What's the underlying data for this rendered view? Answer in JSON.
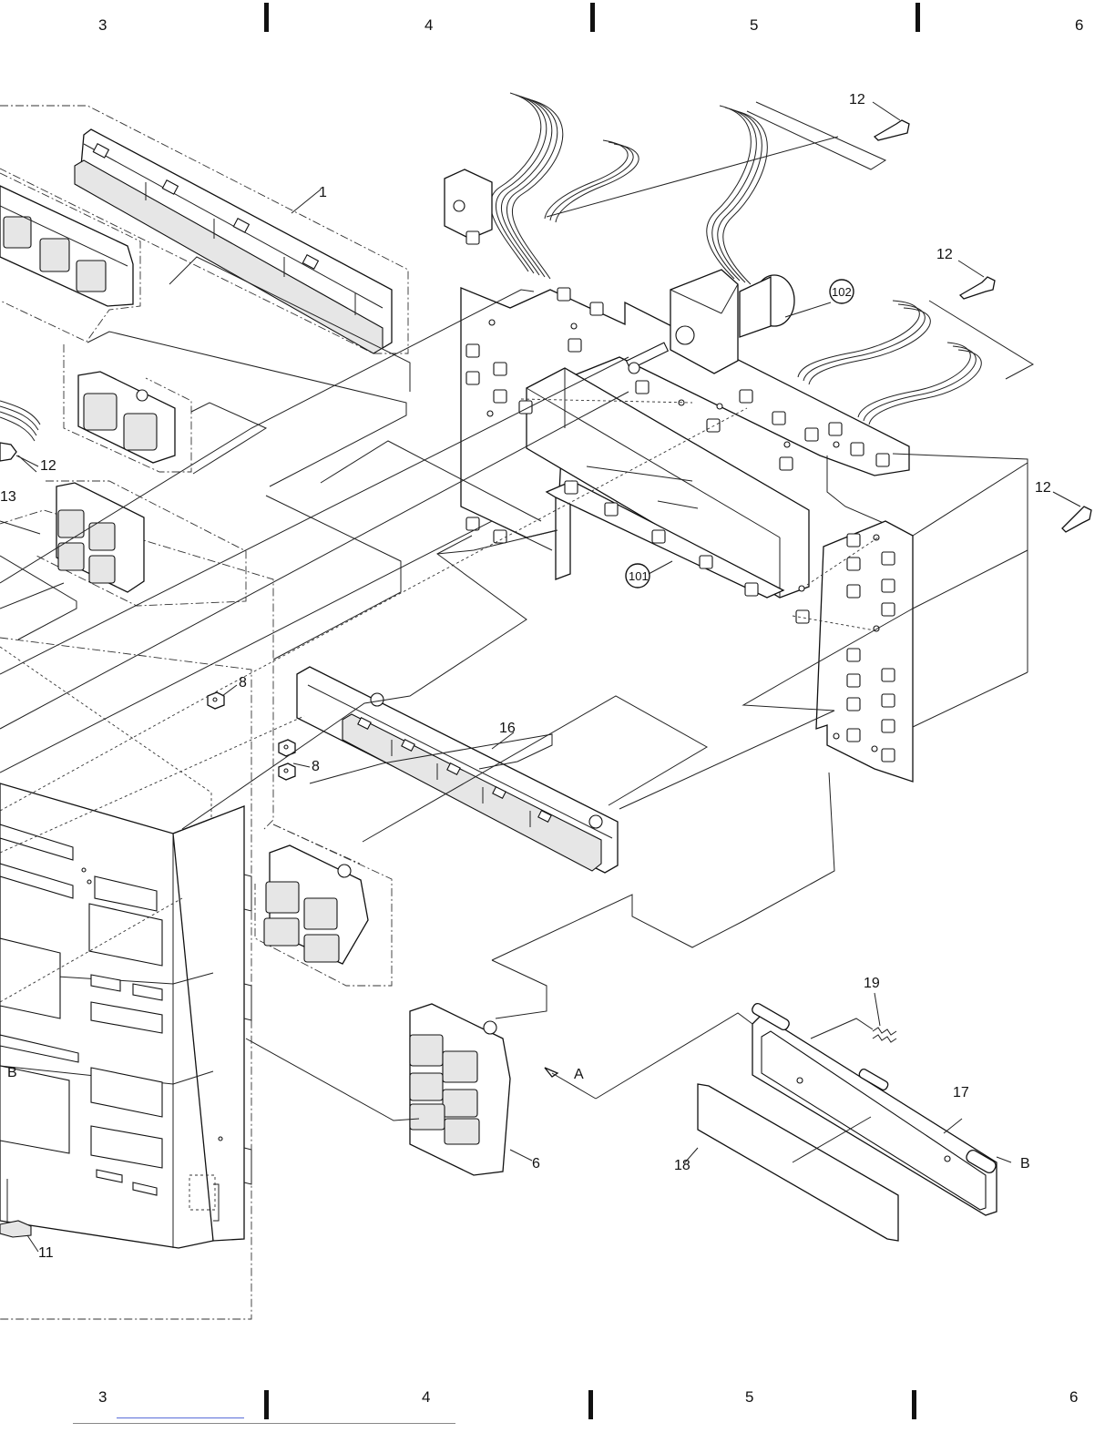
{
  "zones": {
    "top": [
      "3",
      "4",
      "5",
      "6"
    ],
    "bottom": [
      "3",
      "4",
      "5",
      "6"
    ]
  },
  "callouts": {
    "c1": "1",
    "c6": "6",
    "c8a": "8",
    "c8b": "8",
    "c11": "11",
    "c12a": "12",
    "c12b": "12",
    "c12c": "12",
    "c12d": "12",
    "c13": "13",
    "c16": "16",
    "c17": "17",
    "c18": "18",
    "c19": "19",
    "c101": "101",
    "c102": "102"
  },
  "markers": {
    "arrow_a": "A",
    "mark_b1": "B",
    "mark_b2": "B"
  }
}
